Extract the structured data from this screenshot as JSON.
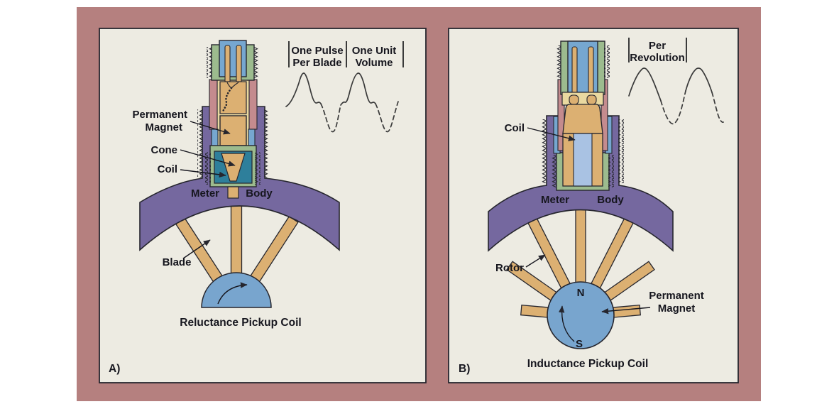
{
  "colors": {
    "frame": "#b5807f",
    "panel_bg": "#edebe2",
    "outline": "#26262e",
    "text": "#16161e",
    "meter_body_purple": "#75689f",
    "component_tan": "#dcb072",
    "component_green": "#9cbb8e",
    "component_blue": "#76a7d0",
    "coil_core_light_blue": "#a9c2e3",
    "seal_pink": "#c48b8e",
    "coil_teal": "#2e7f9b",
    "liner_cream": "#ead9a0",
    "rotor_blue": "#78a5ce",
    "waveform": "#3a3a3a"
  },
  "panel_a": {
    "panel_label": "A)",
    "caption": "Reluctance Pickup Coil",
    "labels": {
      "permanent_magnet_line1": "Permanent",
      "permanent_magnet_line2": "Magnet",
      "cone": "Cone",
      "coil": "Coil",
      "meter": "Meter",
      "body": "Body",
      "blade": "Blade"
    },
    "waveform_annotations": {
      "segment1_line1": "One Pulse",
      "segment1_line2": "Per Blade",
      "segment2_line1": "One Unit",
      "segment2_line2": "Volume"
    }
  },
  "panel_b": {
    "panel_label": "B)",
    "caption": "Inductance Pickup Coil",
    "labels": {
      "coil": "Coil",
      "meter": "Meter",
      "body": "Body",
      "rotor": "Rotor",
      "permanent_magnet_line1": "Permanent",
      "permanent_magnet_line2": "Magnet",
      "rotor_north_pole": "N",
      "rotor_south_pole": "S"
    },
    "waveform_annotations": {
      "segment1_line1": "Per",
      "segment1_line2": "Revolution"
    }
  }
}
